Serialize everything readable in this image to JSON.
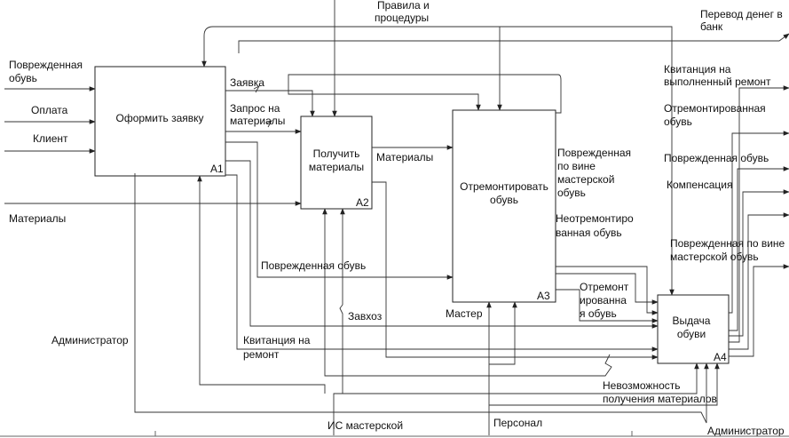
{
  "diagram": {
    "blocks": [
      {
        "name": "Оформить заявку",
        "code": "A1"
      },
      {
        "name": "Получить",
        "name2": "материалы",
        "code": "A2"
      },
      {
        "name": "Отремонтировать",
        "name2": "обувь",
        "code": "A3"
      },
      {
        "name": "Выдача",
        "name2": "обуви",
        "code": "A4"
      }
    ],
    "labels": {
      "rules1": "Правила и",
      "rules2": "процедуры",
      "money1": "Перевод денег в",
      "money2": "банк",
      "damaged_in1": "Поврежденная",
      "damaged_in2": "обувь",
      "payment": "Оплата",
      "client": "Клиент",
      "materials_in": "Материалы",
      "request": "Заявка",
      "mat_req1": "Запрос на",
      "mat_req2": "материалы",
      "materials": "Материалы",
      "damaged_flow": "Поврежденная обувь",
      "master_fault1": "Поврежденная",
      "master_fault2": "по вине",
      "master_fault3": "мастерской",
      "master_fault4": "обувь",
      "unrepaired1": "Неотремонтиро",
      "unrepaired2": "ванная обувь",
      "repaired1": "Отремонт",
      "repaired2": "ированна",
      "repaired3": "я обувь",
      "master": "Мастер",
      "supply": "Завхоз",
      "admin": "Администратор",
      "receipt1": "Квитанция на",
      "receipt2": "ремонт",
      "impossible1": "Невозможность",
      "impossible2": "получения материалов",
      "is": "ИС мастерской",
      "staff": "Персонал",
      "admin2": "Администратор",
      "out_receipt1": "Квитанция на",
      "out_receipt2": "выполненный ремонт",
      "out_repaired1": "Отремонтированная",
      "out_repaired2": "обувь",
      "out_damaged": "Поврежденная обувь",
      "out_comp": "Компенсация",
      "out_fault1": "Поврежденная по вине",
      "out_fault2": "мастерской обувь"
    }
  }
}
